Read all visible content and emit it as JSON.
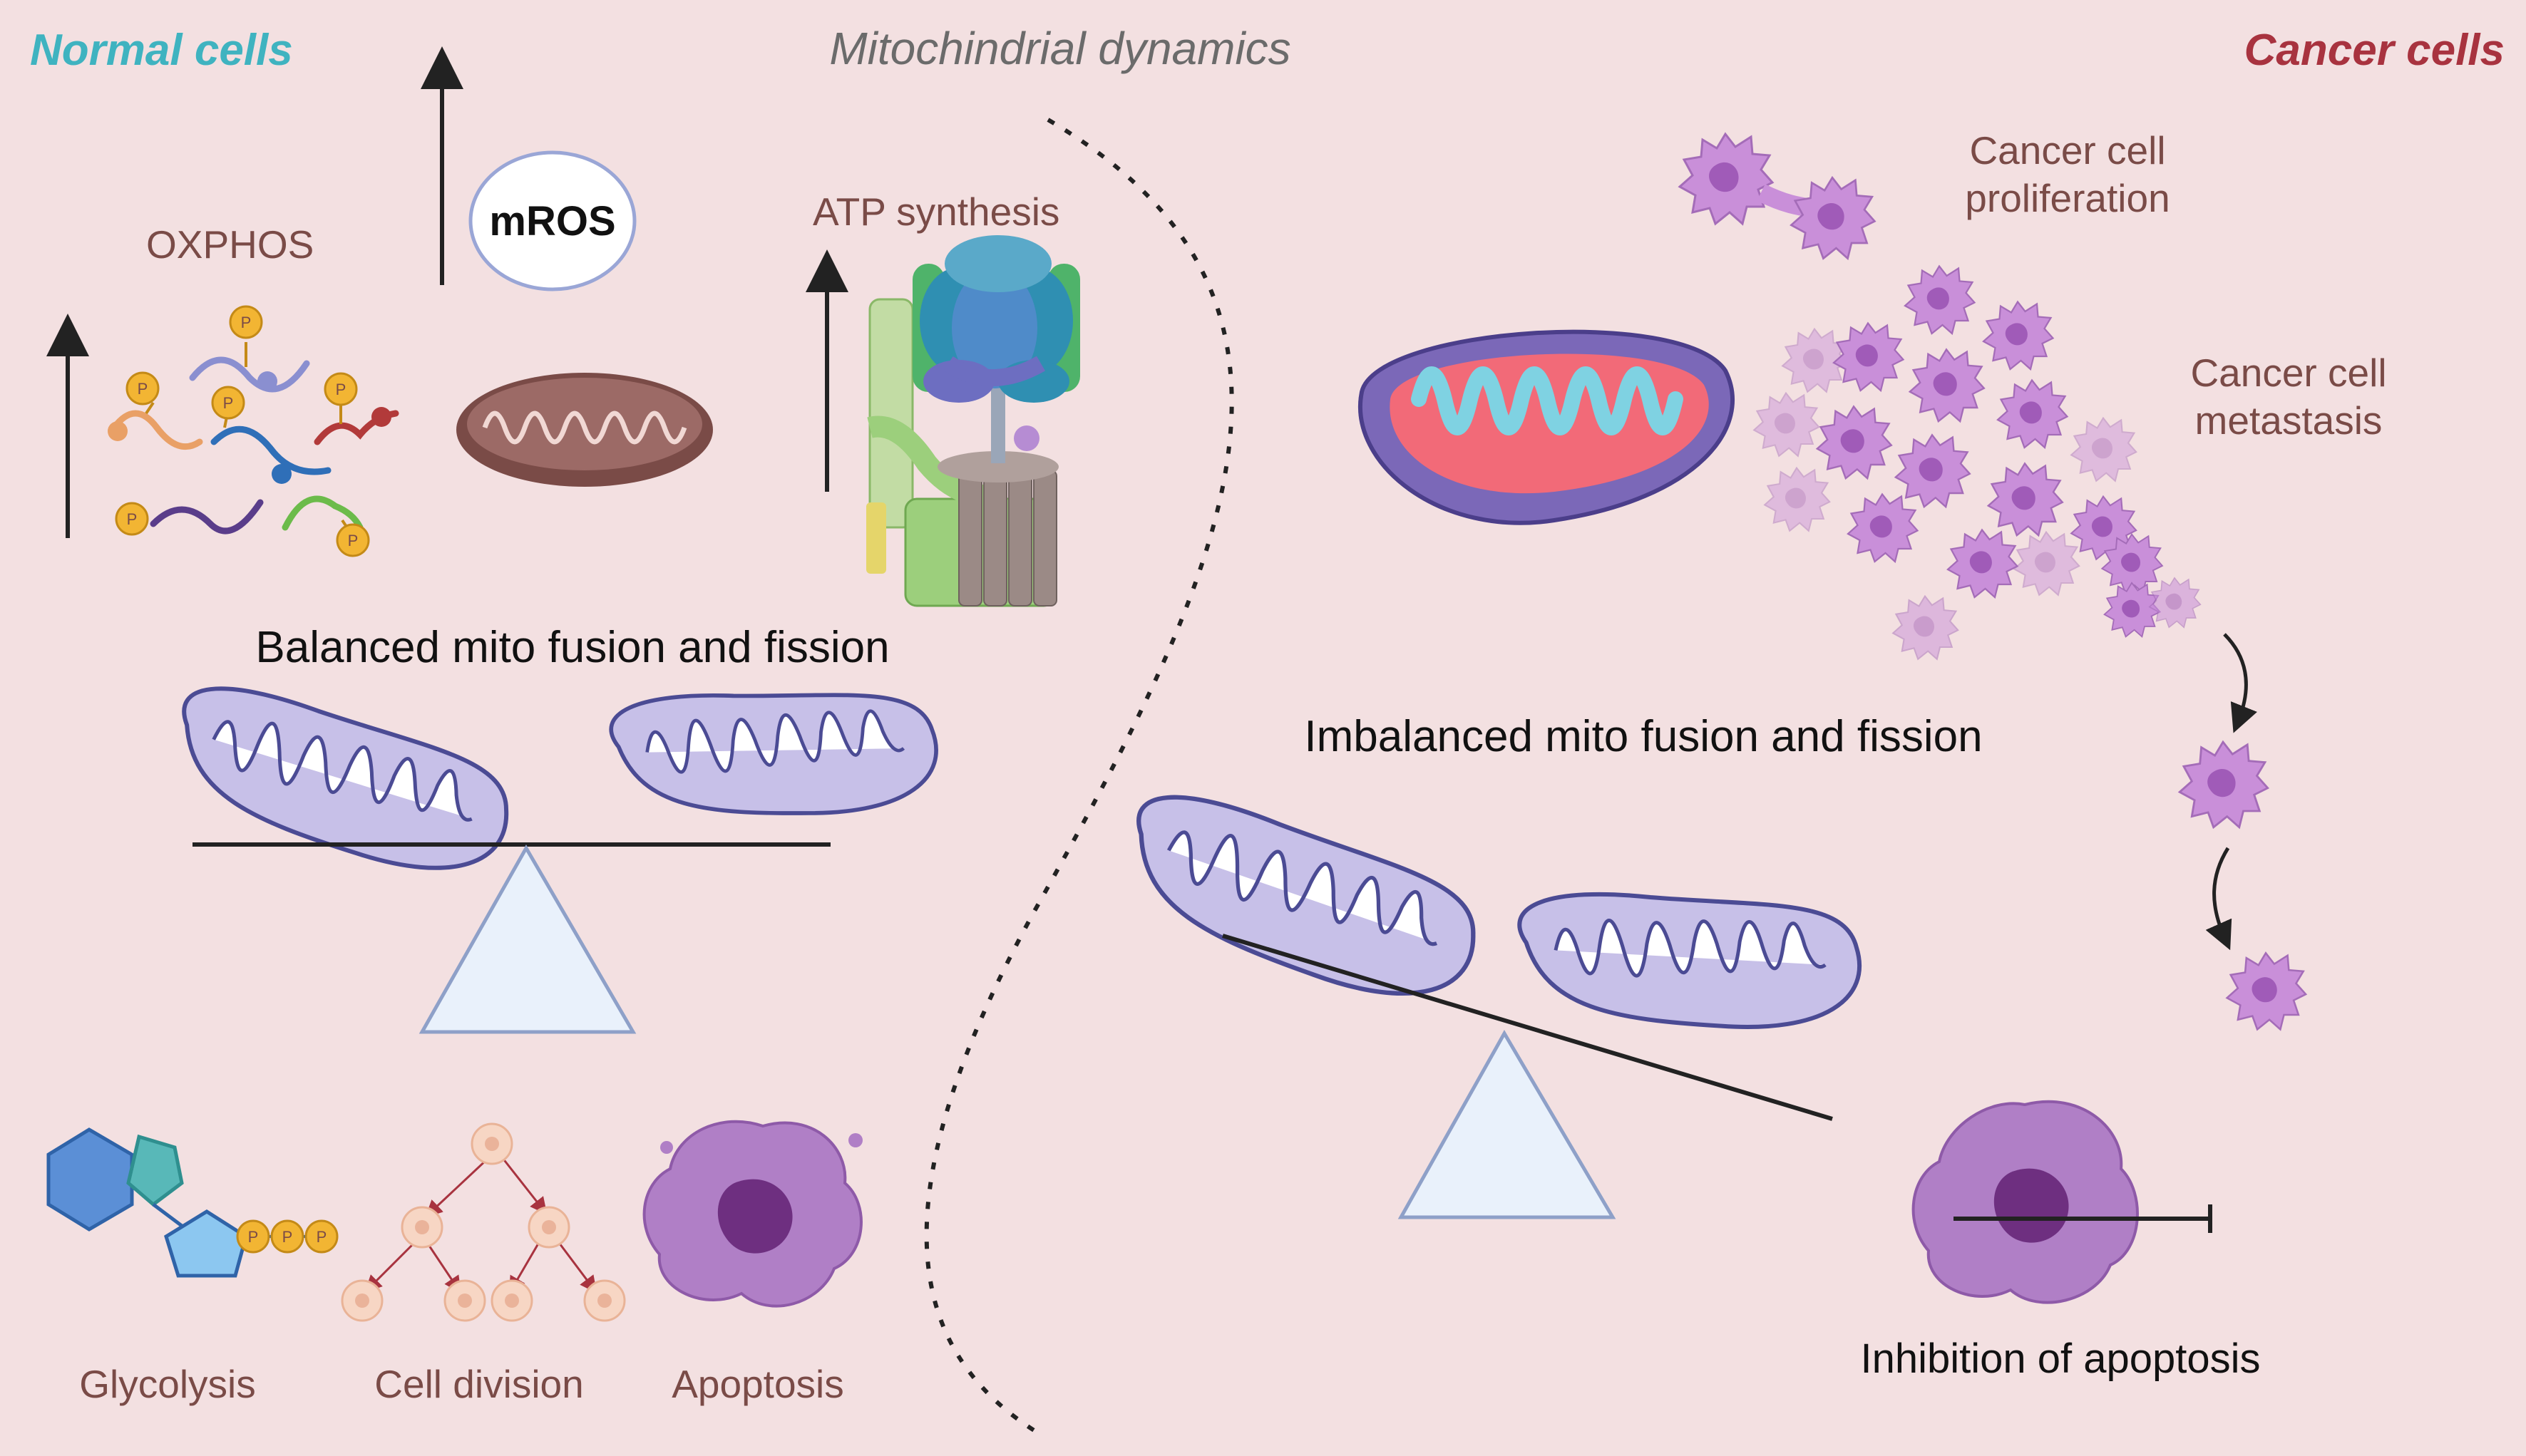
{
  "headers": {
    "normal": "Normal cells",
    "dynamics": "Mitochindrial dynamics",
    "cancer": "Cancer cells"
  },
  "normal_side": {
    "oxphos": "OXPHOS",
    "mros": "mROS",
    "atp": "ATP synthesis",
    "balanced": "Balanced mito fusion and fission",
    "phosphate_symbol": "P",
    "bottom_labels": {
      "glycolysis": "Glycolysis",
      "cell_division": "Cell division",
      "apoptosis": "Apoptosis"
    }
  },
  "cancer_side": {
    "proliferation": "Cancer cell\nproliferation",
    "metastasis": "Cancer cell\nmetastasis",
    "imbalanced": "Imbalanced mito fusion and fission",
    "inhibition": "Inhibition of apoptosis"
  },
  "colors": {
    "background": "#f3e0e1",
    "normal_title": "#3fb3c0",
    "cancer_title": "#a8333f",
    "dynamics_title": "#6b6b6b",
    "label_text": "#7a4b47",
    "mito_fill": "#c7c0e8",
    "mito_stroke": "#4b4b94",
    "cancer_cell": "#c98fd9",
    "fulcrum": "#e9f1fb"
  }
}
